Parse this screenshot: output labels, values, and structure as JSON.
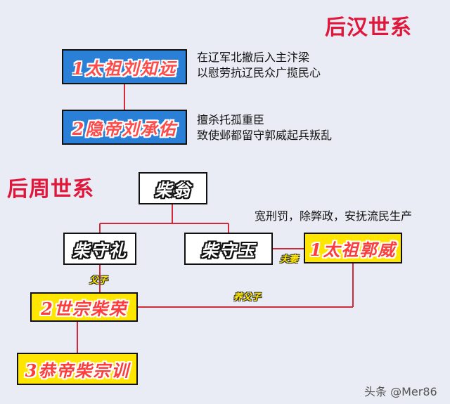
{
  "later_han": {
    "title": "后汉世系",
    "emperors": [
      {
        "label": "1太祖刘知远",
        "note_lines": [
          "在辽军北撤后入主汴梁",
          "以慰劳抗辽民众广揽民心"
        ]
      },
      {
        "label": "2隐帝刘承佑",
        "note_lines": [
          "擅杀托孤重臣",
          "致使邺都留守郭威起兵叛乱"
        ]
      }
    ]
  },
  "later_zhou": {
    "title": "后周世系",
    "ancestor": "柴翁",
    "sons": [
      "柴守礼",
      "柴守玉"
    ],
    "founder": {
      "label": "1太祖郭威",
      "note": "宽刑罚，除弊政，安抚流民生产"
    },
    "emperor2": "2世宗柴荣",
    "emperor3": "3恭帝柴宗训",
    "relations": {
      "husband_wife": "夫妻",
      "father_son": "父子",
      "adoptive_father_son": "养父子"
    }
  },
  "colors": {
    "line": "#d02a3a",
    "title": "#e0163a",
    "blue_box": "#2a7fd6",
    "yellow_box": "#ffe600"
  },
  "watermark": "头条 @Mer86"
}
